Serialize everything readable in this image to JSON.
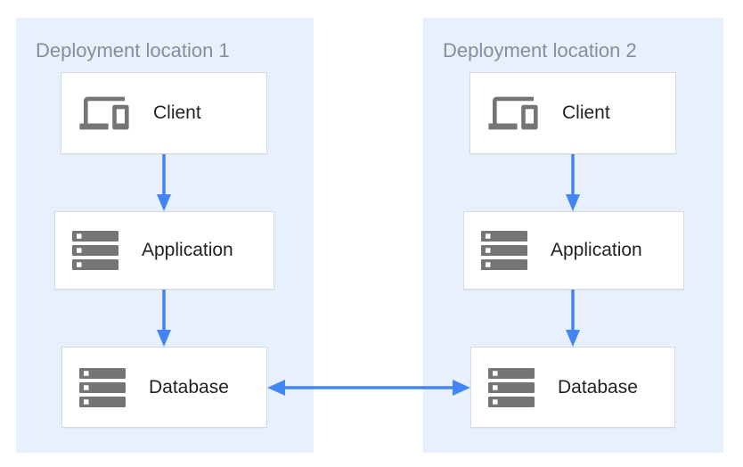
{
  "colors": {
    "panel_bg": "#E8F0FE",
    "arrow_blue": "#4285F4",
    "icon_gray": "#757575",
    "box_bg": "#FFFFFF",
    "box_border": "#D5D8DC",
    "title_text": "#888E94",
    "label_text": "#1F2124",
    "page_bg": "#FFFFFF"
  },
  "panels": [
    {
      "title": "Deployment location 1",
      "nodes": [
        {
          "label": "Client",
          "icon": "devices-icon"
        },
        {
          "label": "Application",
          "icon": "server-stack-icon"
        },
        {
          "label": "Database",
          "icon": "server-stack-icon"
        }
      ]
    },
    {
      "title": "Deployment location 2",
      "nodes": [
        {
          "label": "Client",
          "icon": "devices-icon"
        },
        {
          "label": "Application",
          "icon": "server-stack-icon"
        },
        {
          "label": "Database",
          "icon": "server-stack-icon"
        }
      ]
    }
  ],
  "connections": [
    {
      "from": "client-1",
      "to": "application-1",
      "direction": "down"
    },
    {
      "from": "application-1",
      "to": "database-1",
      "direction": "down"
    },
    {
      "from": "client-2",
      "to": "application-2",
      "direction": "down"
    },
    {
      "from": "application-2",
      "to": "database-2",
      "direction": "down"
    },
    {
      "from": "database-1",
      "to": "database-2",
      "direction": "bidirectional"
    }
  ]
}
